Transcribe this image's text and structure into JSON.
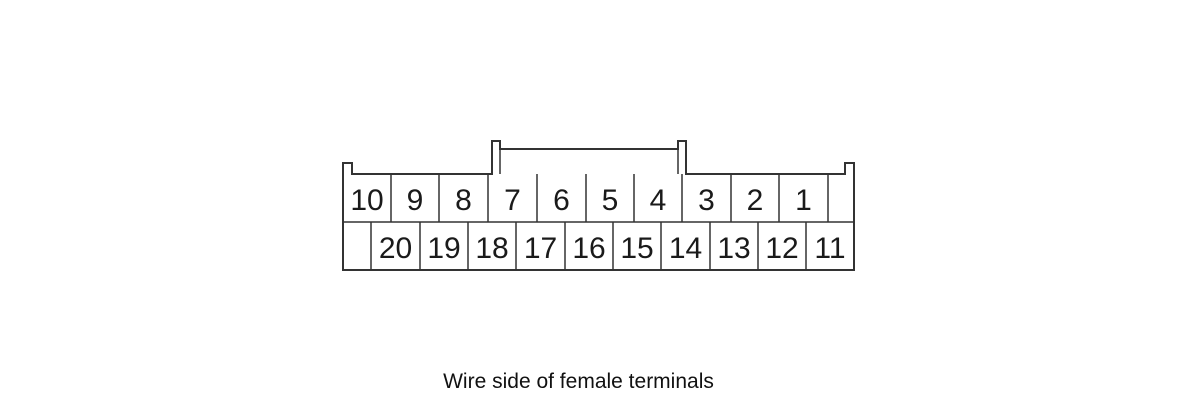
{
  "caption": "Wire side of female terminals",
  "connector": {
    "top_row": [
      "10",
      "9",
      "8",
      "7",
      "6",
      "5",
      "4",
      "3",
      "2",
      "1",
      ""
    ],
    "bottom_row": [
      "",
      "20",
      "19",
      "18",
      "17",
      "16",
      "15",
      "14",
      "13",
      "12",
      "11"
    ]
  },
  "colors": {
    "line": "#333333",
    "text": "#1a1a1a",
    "background": "#ffffff"
  }
}
